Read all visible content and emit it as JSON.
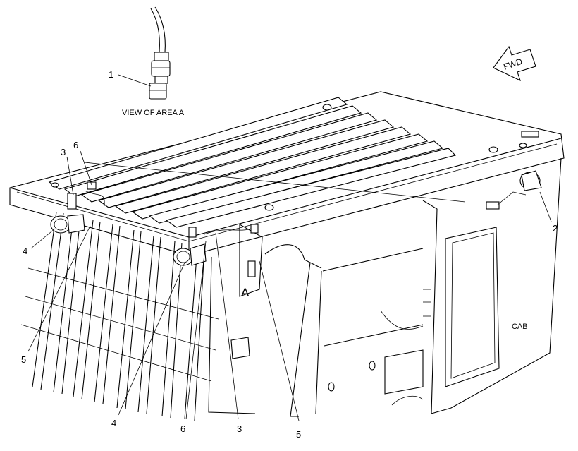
{
  "diagram": {
    "view_label": "VIEW OF AREA A",
    "direction_label": "FWD",
    "area_marker": "A",
    "cab_label": "CAB",
    "callouts": {
      "c1": "1",
      "c2": "2",
      "c3_top": "3",
      "c6_top": "6",
      "c4_left": "4",
      "c5_left": "5",
      "c4_bottom": "4",
      "c6_bottom": "6",
      "c3_bottom": "3",
      "c5_bottom": "5"
    }
  }
}
